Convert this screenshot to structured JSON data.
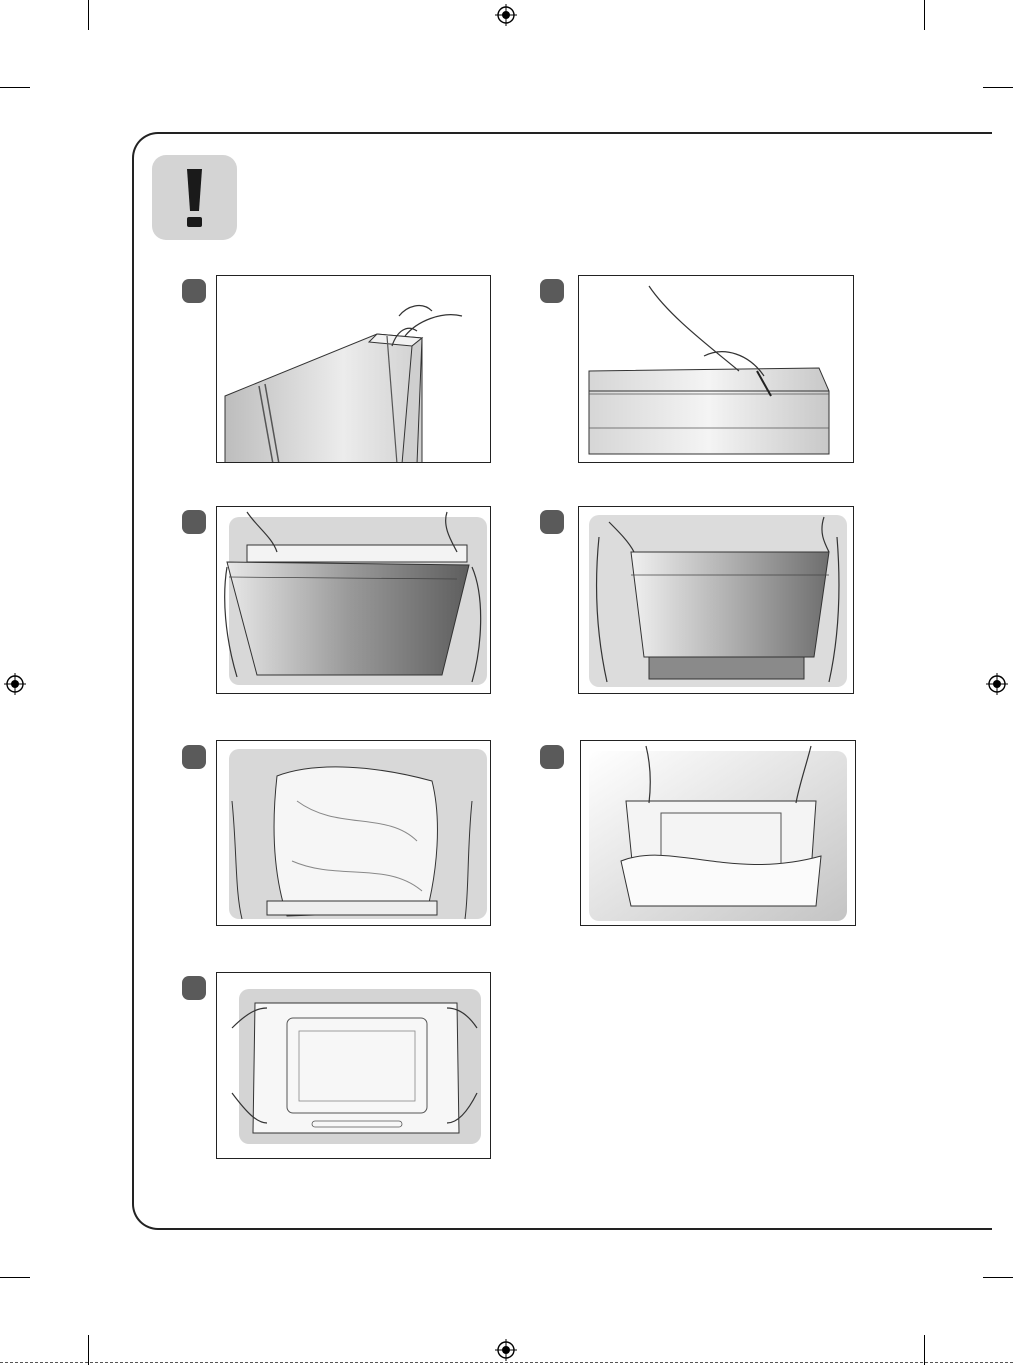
{
  "page": {
    "title": "",
    "alert": {
      "icon": "exclamation-icon",
      "colors": {
        "background": "#d4d4d4",
        "glyph": "#1a1a1a"
      }
    },
    "steps": [
      {
        "number": "",
        "illustration": "cutting-box-strap"
      },
      {
        "number": "",
        "illustration": "cutting-box-tape"
      },
      {
        "number": "",
        "illustration": "lifting-tv-from-packing"
      },
      {
        "number": "",
        "illustration": "lifting-tv-upright"
      },
      {
        "number": "",
        "illustration": "removing-protective-bag"
      },
      {
        "number": "",
        "illustration": "pulling-bag-off-tv"
      },
      {
        "number": "",
        "illustration": "carrying-tv-four-people"
      }
    ],
    "colors": {
      "badge": "#5a5a5a",
      "frame": "#222222",
      "panel_shade": "#d8d8d8"
    }
  }
}
